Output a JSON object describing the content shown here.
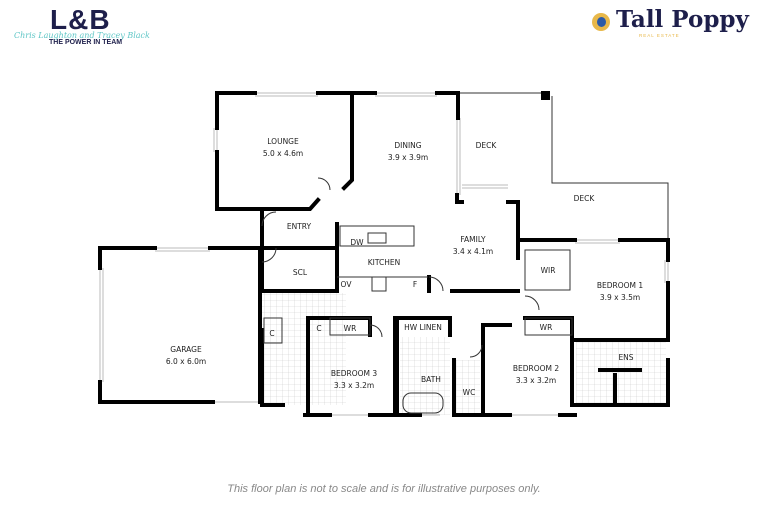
{
  "branding": {
    "left_logo": {
      "mark": "L&B",
      "script": "Chris Laughton and Tracey Black",
      "tagline": "THE POWER IN TEAM"
    },
    "right_logo": {
      "name": "Tall Poppy",
      "sub": "REAL ESTATE",
      "colors": {
        "navy": "#1e1f4b",
        "gold": "#e8b84a",
        "blue": "#2b5aa8"
      }
    }
  },
  "rooms": {
    "lounge": {
      "name": "LOUNGE",
      "size": "5.0 x 4.6m"
    },
    "dining": {
      "name": "DINING",
      "size": "3.9 x 3.9m"
    },
    "deck1": {
      "name": "DECK"
    },
    "deck2": {
      "name": "DECK"
    },
    "entry": {
      "name": "ENTRY"
    },
    "dw": {
      "name": "DW"
    },
    "kitchen": {
      "name": "KITCHEN"
    },
    "family": {
      "name": "FAMILY",
      "size": "3.4 x 4.1m"
    },
    "scl": {
      "name": "SCL"
    },
    "ov": {
      "name": "OV"
    },
    "fridge": {
      "name": "F"
    },
    "garage": {
      "name": "GARAGE",
      "size": "6.0 x 6.0m"
    },
    "c1": {
      "name": "C"
    },
    "c2": {
      "name": "C"
    },
    "wr3": {
      "name": "WR"
    },
    "hwlinen": {
      "name": "HW  LINEN"
    },
    "wir": {
      "name": "WIR"
    },
    "bedroom1": {
      "name": "BEDROOM 1",
      "size": "3.9 x 3.5m"
    },
    "wr2": {
      "name": "WR"
    },
    "ens": {
      "name": "ENS"
    },
    "bedroom3": {
      "name": "BEDROOM 3",
      "size": "3.3 x 3.2m"
    },
    "bath": {
      "name": "BATH"
    },
    "wc": {
      "name": "WC"
    },
    "bedroom2": {
      "name": "BEDROOM 2",
      "size": "3.3 x 3.2m"
    }
  },
  "footer": "This floor plan is not to scale and is for illustrative purposes only."
}
